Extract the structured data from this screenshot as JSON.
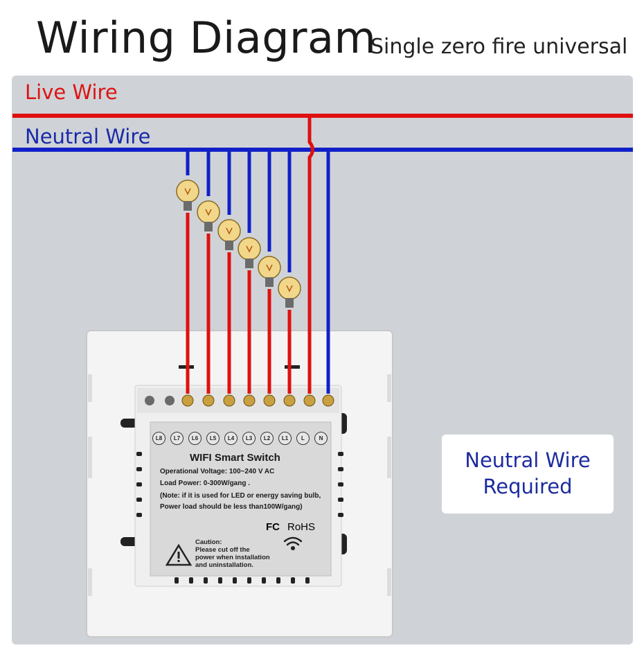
{
  "title": "Wiring Diagram",
  "subtitle": "Single zero fire universal",
  "wires": {
    "live_label": "Live Wire",
    "neutral_label": "Neutral Wire",
    "live_color": "#e01010",
    "neutral_color": "#1020c8"
  },
  "note": {
    "line1": "Neutral Wire",
    "line2": "Required"
  },
  "label_panel": {
    "terminals": [
      "L8",
      "L7",
      "L6",
      "L5",
      "L4",
      "L3",
      "L2",
      "L1",
      "L",
      "N"
    ],
    "heading": "WIFI Smart Switch",
    "voltage": "Operational Voltage: 100~240 V AC",
    "load": "Load Power: 0-300W/gang .",
    "note1": "(Note: if it is used for LED or energy saving bulb,",
    "note2": "Power load should be less than100W/gang)",
    "fc": "FC",
    "rohs": "RoHS",
    "caution_lines": [
      "Caution:",
      "Please cut off the",
      "power when installation",
      "and uninstallation."
    ]
  },
  "bulb_count": 6
}
